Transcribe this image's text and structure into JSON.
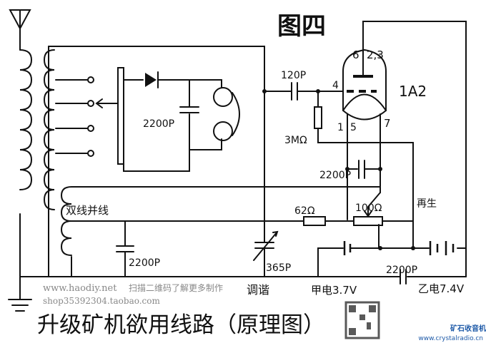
{
  "title": "图四",
  "caption": "升级矿机欲用线路（原理图）",
  "labels": {
    "coupling_cap": "120P",
    "pin_grid": "4",
    "pin_plate": "6",
    "pin_23": "2,3",
    "tube": "1A2",
    "pin_1": "1",
    "pin_5": "5",
    "pin_7": "7",
    "grid_resistor": "3MΩ",
    "cap_detector": "2200P",
    "cap_tube": "2200P",
    "cap_coil": "2200P",
    "cap_bottom": "2200P",
    "bifilar": "双线并线",
    "r1": "62Ω",
    "r2": "100Ω",
    "regen": "再生",
    "tuning_cap": "365P",
    "tuning": "调谐",
    "battery_a": "甲电3.7V",
    "battery_b": "乙电7.4V"
  },
  "watermark": {
    "site": "www.haodiy.net",
    "shop": "shop35392304.taobao.com",
    "note": "扫描二维码了解更多制作",
    "logo": "矿石收音机",
    "logo_url": "www.crystalradio.cn"
  }
}
